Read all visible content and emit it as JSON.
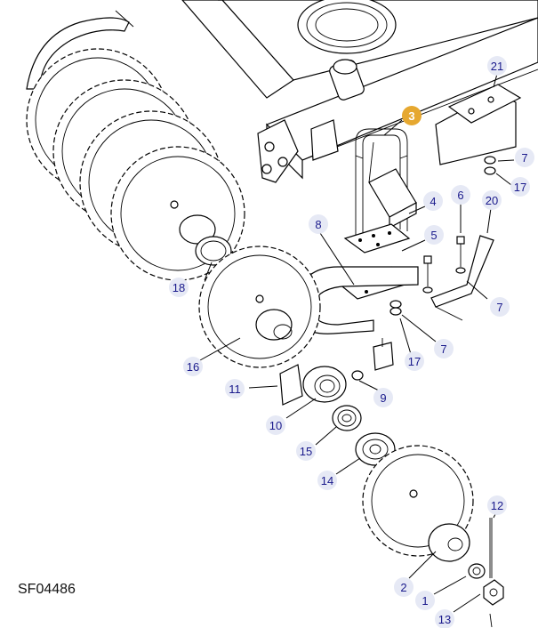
{
  "drawing": {
    "id_label": "SF04486",
    "highlight_color": "#e6a830",
    "bubble_color": "#e6e9f5",
    "label_color": "#1a1a8c"
  },
  "callouts": [
    {
      "key": "c21",
      "label": "21"
    },
    {
      "key": "c3",
      "label": "3",
      "highlighted": true
    },
    {
      "key": "c7a",
      "label": "7"
    },
    {
      "key": "c17a",
      "label": "17"
    },
    {
      "key": "c4",
      "label": "4"
    },
    {
      "key": "c6",
      "label": "6"
    },
    {
      "key": "c20",
      "label": "20"
    },
    {
      "key": "c8",
      "label": "8"
    },
    {
      "key": "c5",
      "label": "5"
    },
    {
      "key": "c7b",
      "label": "7"
    },
    {
      "key": "c18",
      "label": "18"
    },
    {
      "key": "c7c",
      "label": "7"
    },
    {
      "key": "c17b",
      "label": "17"
    },
    {
      "key": "c16",
      "label": "16"
    },
    {
      "key": "c11",
      "label": "11"
    },
    {
      "key": "c9",
      "label": "9"
    },
    {
      "key": "c10",
      "label": "10"
    },
    {
      "key": "c15",
      "label": "15"
    },
    {
      "key": "c14",
      "label": "14"
    },
    {
      "key": "c12",
      "label": "12"
    },
    {
      "key": "c2",
      "label": "2"
    },
    {
      "key": "c1",
      "label": "1"
    },
    {
      "key": "c13",
      "label": "13"
    }
  ]
}
